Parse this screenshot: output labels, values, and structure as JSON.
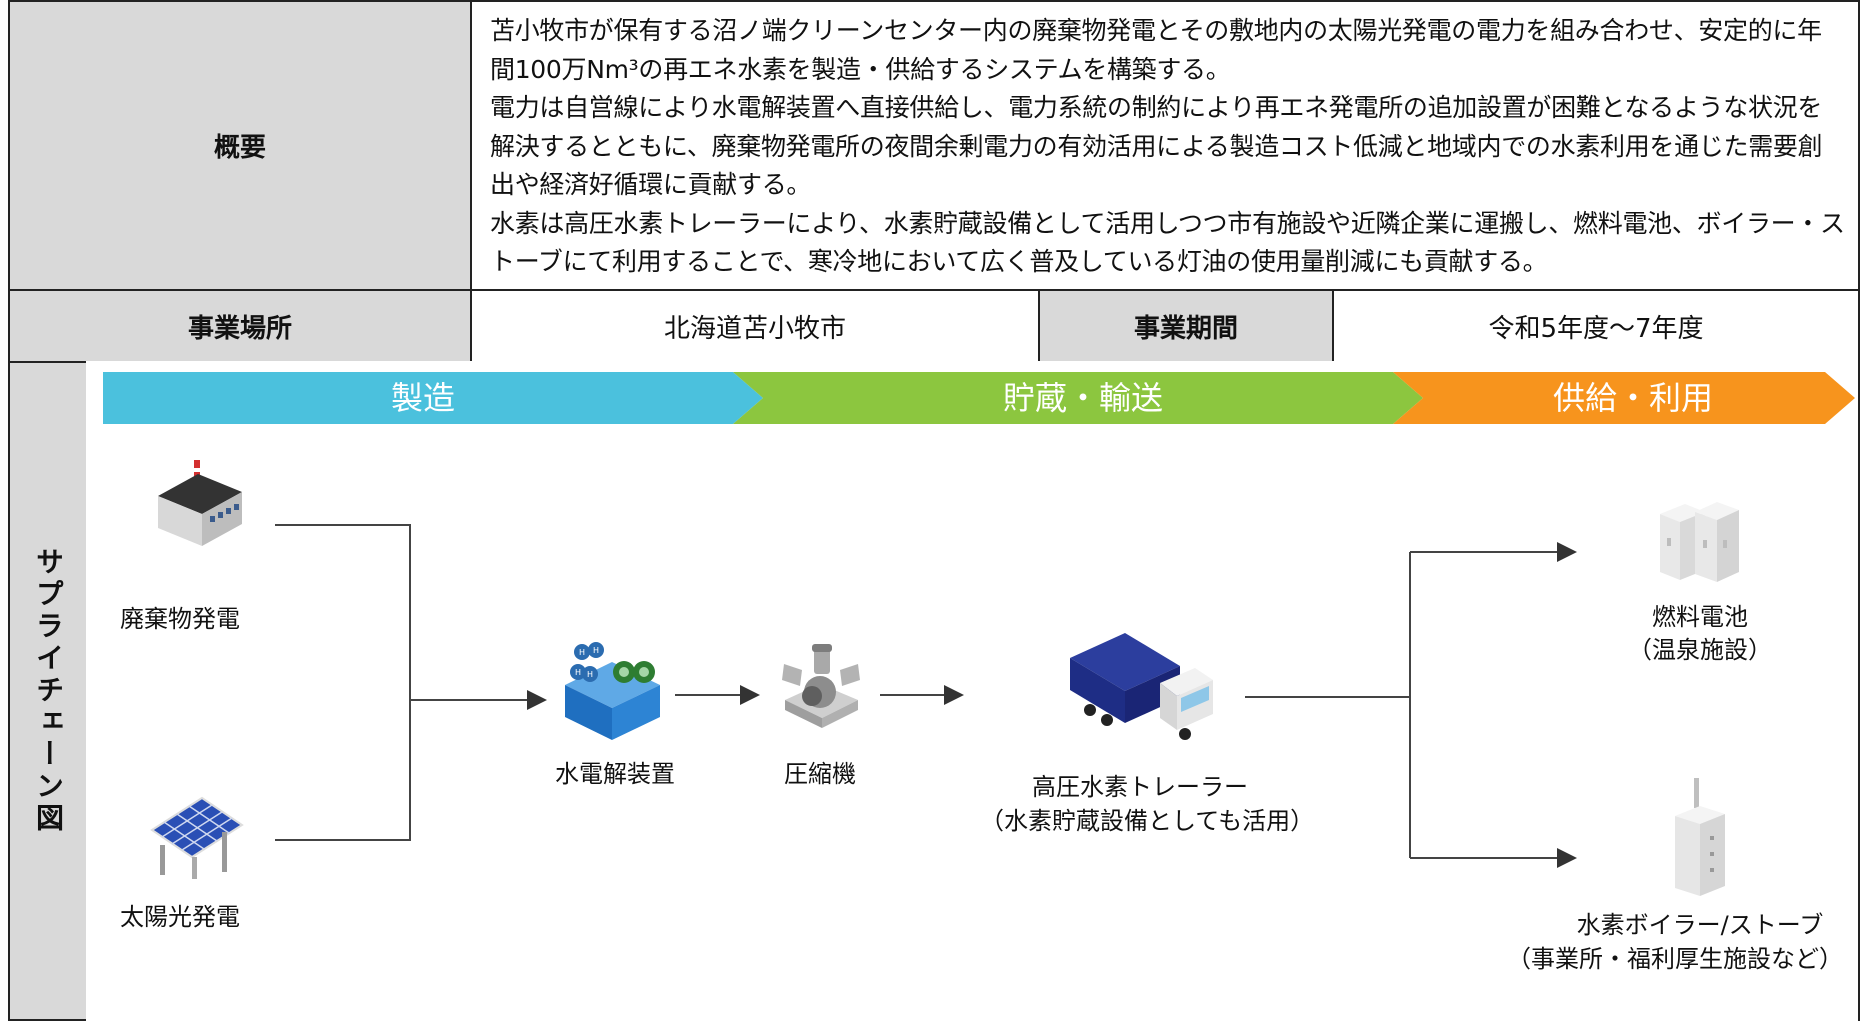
{
  "summary": {
    "label": "概要",
    "text": "苫小牧市が保有する沼ノ端クリーンセンター内の廃棄物発電とその敷地内の太陽光発電の電力を組み合わせ、安定的に年間100万Nm³の再エネ水素を製造・供給するシステムを構築する。\n電力は自営線により水電解装置へ直接供給し、電力系統の制約により再エネ発電所の追加設置が困難となるような状況を解決するとともに、廃棄物発電所の夜間余剰電力の有効活用による製造コスト低減と地域内での水素利用を通じた需要創出や経済好循環に貢献する。\n水素は高圧水素トレーラーにより、水素貯蔵設備として活用しつつ市有施設や近隣企業に運搬し、燃料電池、ボイラー・ストーブにて利用することで、寒冷地において広く普及している灯油の使用量削減にも貢献する。"
  },
  "location": {
    "label": "事業場所",
    "value": "北海道苫小牧市"
  },
  "period": {
    "label": "事業期間",
    "value": "令和5年度～7年度"
  },
  "supply_chain": {
    "title": "サプライチェーン図",
    "stages": [
      {
        "label": "製造",
        "color": "#4bc1dd"
      },
      {
        "label": "貯蔵・輸送",
        "color": "#8cc63f"
      },
      {
        "label": "供給・利用",
        "color": "#f7941d"
      }
    ],
    "nodes": {
      "waste_power": "廃棄物発電",
      "solar_power": "太陽光発電",
      "electrolyzer": "水電解装置",
      "compressor": "圧縮機",
      "trailer": "高圧水素トレーラー",
      "trailer_sub": "（水素貯蔵設備としても活用）",
      "fuel_cell": "燃料電池",
      "fuel_cell_sub": "（温泉施設）",
      "boiler": "水素ボイラー/ストーブ",
      "boiler_sub": "（事業所・福利厚生施設など）"
    }
  }
}
